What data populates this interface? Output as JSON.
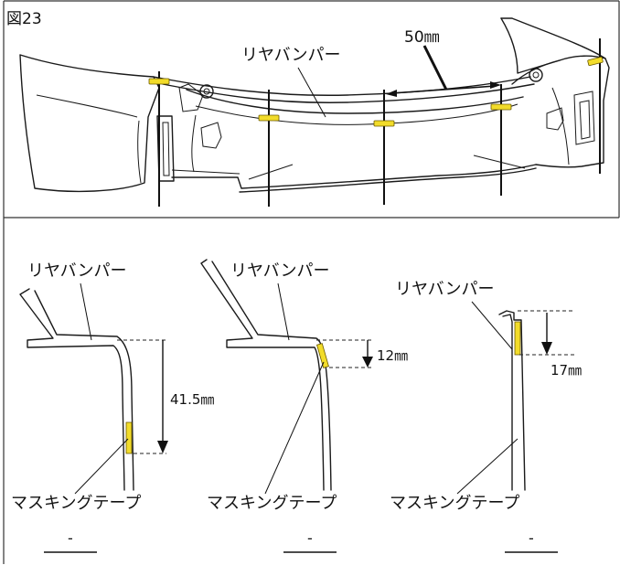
{
  "figure": {
    "label": "図23",
    "top_bumper_label": "リヤバンパー",
    "top_dimension": "50㎜"
  },
  "sections": [
    {
      "bumper_label": "リヤバンパー",
      "dimension": "41.5㎜",
      "tape_label": "マスキングテープ",
      "caption": "-"
    },
    {
      "bumper_label": "リヤバンパー",
      "dimension": "12㎜",
      "tape_label": "マスキングテープ",
      "caption": "-"
    },
    {
      "bumper_label": "リヤバンパー",
      "dimension": "17㎜",
      "tape_label": "マスキングテープ",
      "caption": "-"
    }
  ],
  "colors": {
    "tape": "#f2dc2a",
    "line": "#1a1a1a",
    "frame": "#333333"
  }
}
